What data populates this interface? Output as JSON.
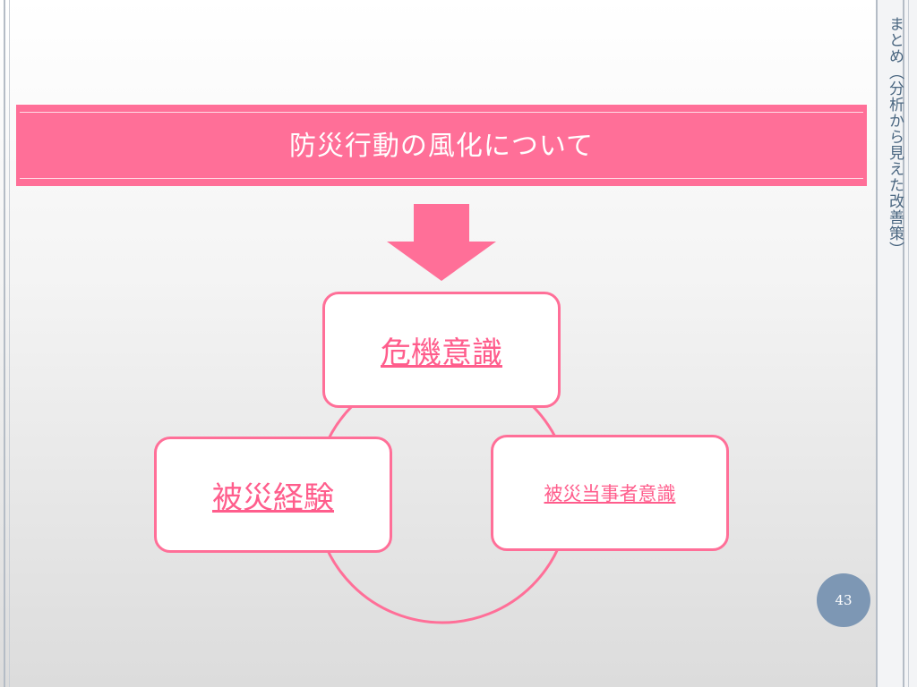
{
  "side_title": "まとめ（分析から見えた改善策）",
  "banner": {
    "title": "防災行動の風化について"
  },
  "diagram": {
    "nodes": [
      {
        "id": "top",
        "label": "危機意識"
      },
      {
        "id": "left",
        "label": "被災経験"
      },
      {
        "id": "right",
        "label": "被災当事者意識"
      }
    ]
  },
  "page_number": "43",
  "colors": {
    "accent_pink": "#ff6f98",
    "link_pink": "#ff5d8c",
    "side_text": "#4a6680",
    "badge": "#7d97b4"
  }
}
